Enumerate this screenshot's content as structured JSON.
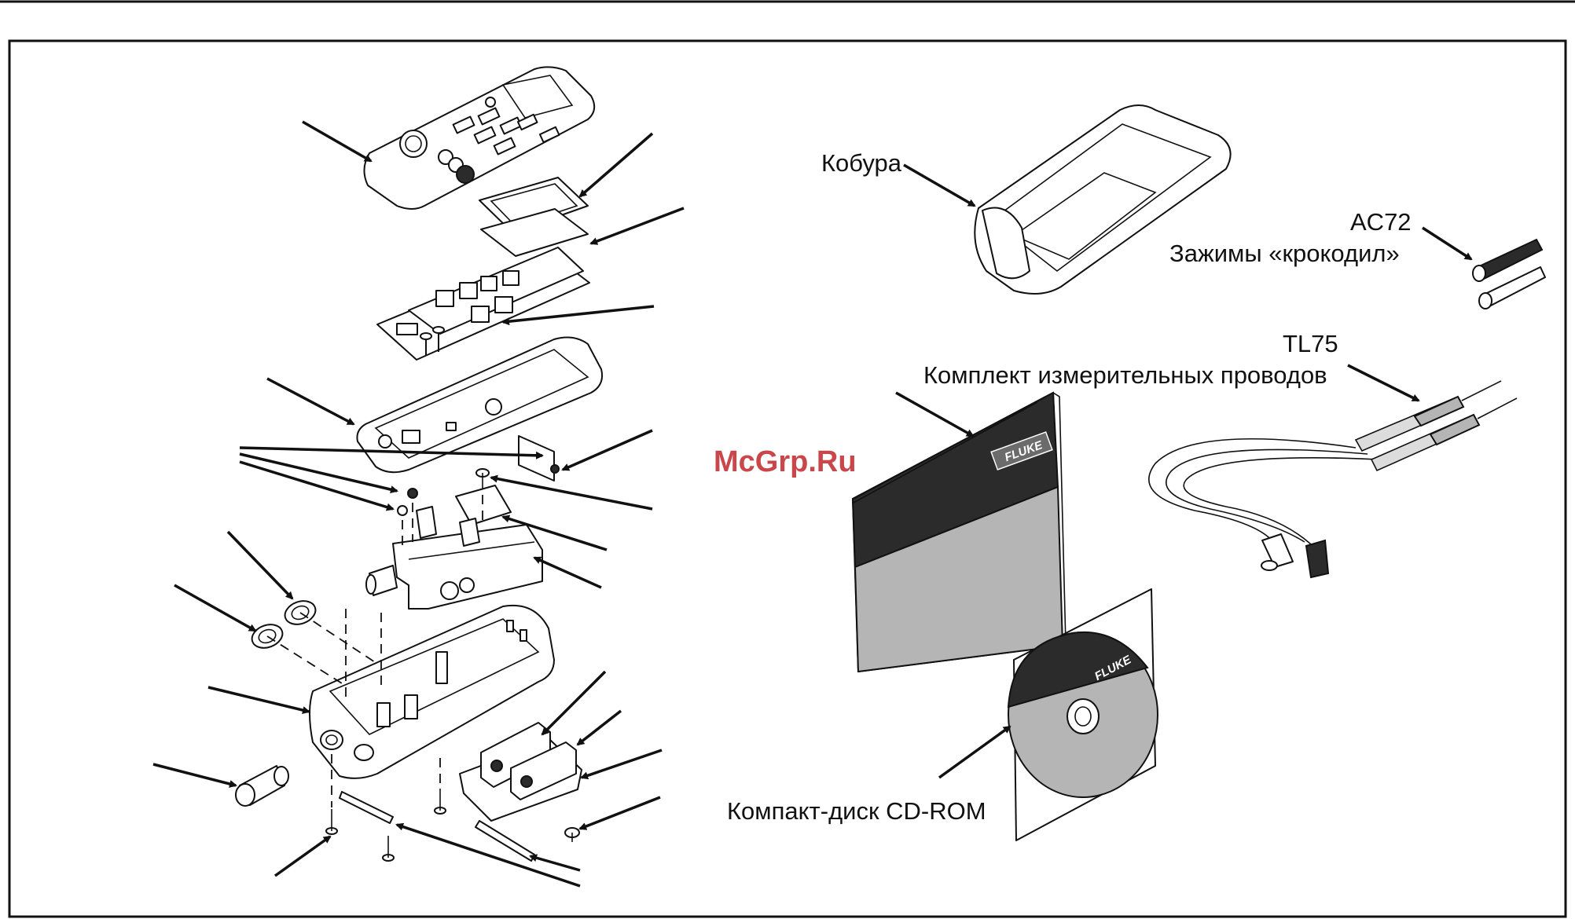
{
  "labels": {
    "holster": "Кобура",
    "ac72_code": "AC72",
    "ac72_name": "Зажимы «крокодил»",
    "tl75_code": "TL75",
    "tl75_name": "Комплект измерительных проводов",
    "cdrom": "Компакт-диск CD-ROM"
  },
  "watermark": "McGrp.Ru",
  "brand": {
    "manual_logo": "FLUKE",
    "cd_logo": "FLUKE"
  },
  "colors": {
    "watermark": "#c0282c",
    "dark_band": "#2b2b2b",
    "gray_band": "#b5b5b5"
  }
}
